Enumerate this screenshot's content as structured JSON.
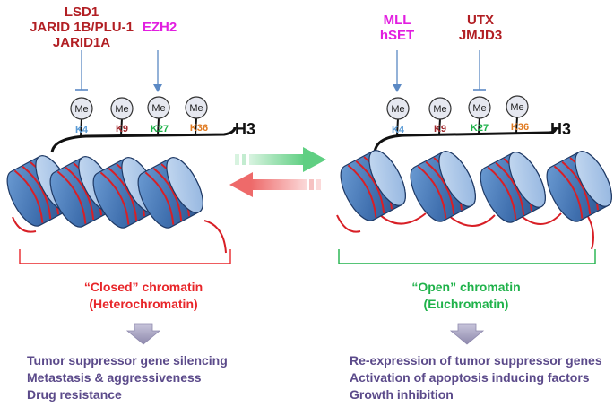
{
  "left_panel": {
    "demethylases": [
      "LSD1",
      "JARID 1B/PLU-1",
      "JARID1A"
    ],
    "methyltransferase": "EZH2",
    "me_label": "Me",
    "residues": [
      "K4",
      "K9",
      "K27",
      "K36"
    ],
    "histone": "H3",
    "state_line1": "“Closed” chromatin",
    "state_line2": "(Heterochromatin)",
    "outcomes": [
      "Tumor suppressor gene silencing",
      "Metastasis & aggressiveness",
      "Drug resistance"
    ]
  },
  "right_panel": {
    "methyltransferases": [
      "MLL",
      "hSET"
    ],
    "demethylases": [
      "UTX",
      "JMJD3"
    ],
    "me_label": "Me",
    "residues": [
      "K4",
      "K9",
      "K27",
      "K36"
    ],
    "histone": "H3",
    "state_line1": "“Open” chromatin",
    "state_line2": "(Euchromatin)",
    "outcomes": [
      "Re-expression of tumor suppressor genes",
      "Activation of apoptosis inducing factors",
      "Growth inhibition"
    ]
  },
  "colors": {
    "dark_red": "#b21f24",
    "magenta": "#e21ee0",
    "k4": "#5b9bd5",
    "k9": "#a0282c",
    "k27": "#1fb24a",
    "k36": "#e07b22",
    "closed": "#e8262a",
    "open": "#1fb24a",
    "outcome_text": "#5b4a8a",
    "nucleosome_blue": "#3f6fae",
    "dna_red": "#d81f26",
    "arrow_green": "#5fcf82",
    "arrow_red": "#ee6a6a"
  }
}
